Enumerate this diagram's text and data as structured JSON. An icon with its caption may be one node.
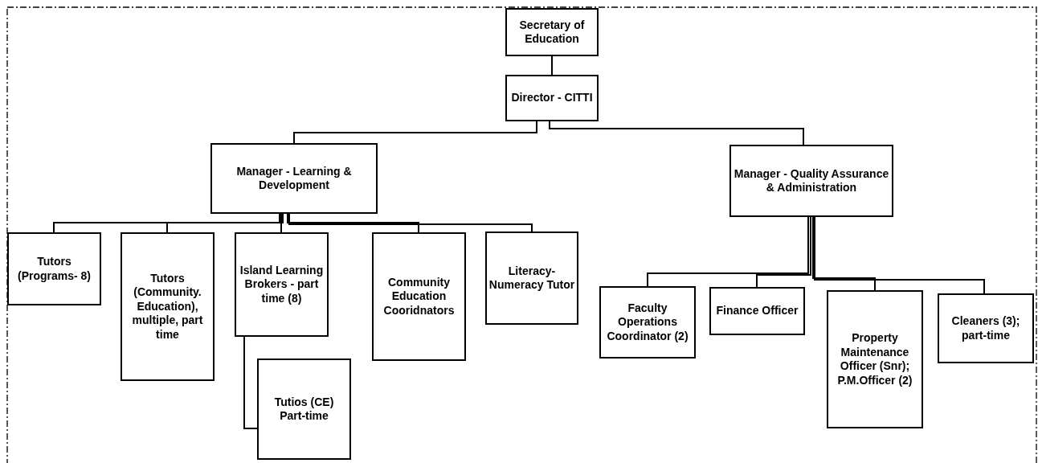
{
  "diagram": {
    "nodes": [
      {
        "text": [
          "Secretary of Education"
        ]
      },
      {
        "text": [
          "Director - CITTI"
        ]
      },
      {
        "text": [
          "Manager - Learning & Development"
        ]
      },
      {
        "text": [
          "Manager - Quality Assurance & Administration"
        ]
      },
      {
        "text": [
          "Tutors (Programs- 8)"
        ]
      },
      {
        "text": [
          "Tutors (Community. Education), multiple, part time"
        ]
      },
      {
        "text": [
          "Island Learning Brokers - part time (8)"
        ]
      },
      {
        "text": [
          "Community Education Cooridnators"
        ]
      },
      {
        "text": [
          "Literacy- Numeracy Tutor"
        ]
      },
      {
        "text": [
          "Tutios (CE) Part-time"
        ]
      },
      {
        "text": [
          "Faculty Operations Coordinator (2)"
        ]
      },
      {
        "text": [
          "Finance Officer"
        ]
      },
      {
        "text": [
          "Property Maintenance Officer (Snr); P.M.Officer (2)"
        ]
      },
      {
        "text": [
          "Cleaners (3); part-time"
        ]
      }
    ],
    "edges": [
      {
        "from": 0,
        "to": 1,
        "arrow": "none"
      },
      {
        "from": 1,
        "to": 2,
        "arrow": "none"
      },
      {
        "from": 1,
        "to": 3,
        "arrow": "none"
      },
      {
        "from": 2,
        "to": 4,
        "arrow": "none"
      },
      {
        "from": 2,
        "to": 5,
        "arrow": "none"
      },
      {
        "from": 2,
        "to": 6,
        "arrow": "none"
      },
      {
        "from": 2,
        "to": 7,
        "arrow": "none"
      },
      {
        "from": 2,
        "to": 8,
        "arrow": "none"
      },
      {
        "from": 6,
        "to": 9,
        "arrow": "none"
      },
      {
        "from": 3,
        "to": 10,
        "arrow": "none"
      },
      {
        "from": 3,
        "to": 11,
        "arrow": "none"
      },
      {
        "from": 3,
        "to": 12,
        "arrow": "none"
      },
      {
        "from": 3,
        "to": 13,
        "arrow": "none"
      }
    ]
  }
}
